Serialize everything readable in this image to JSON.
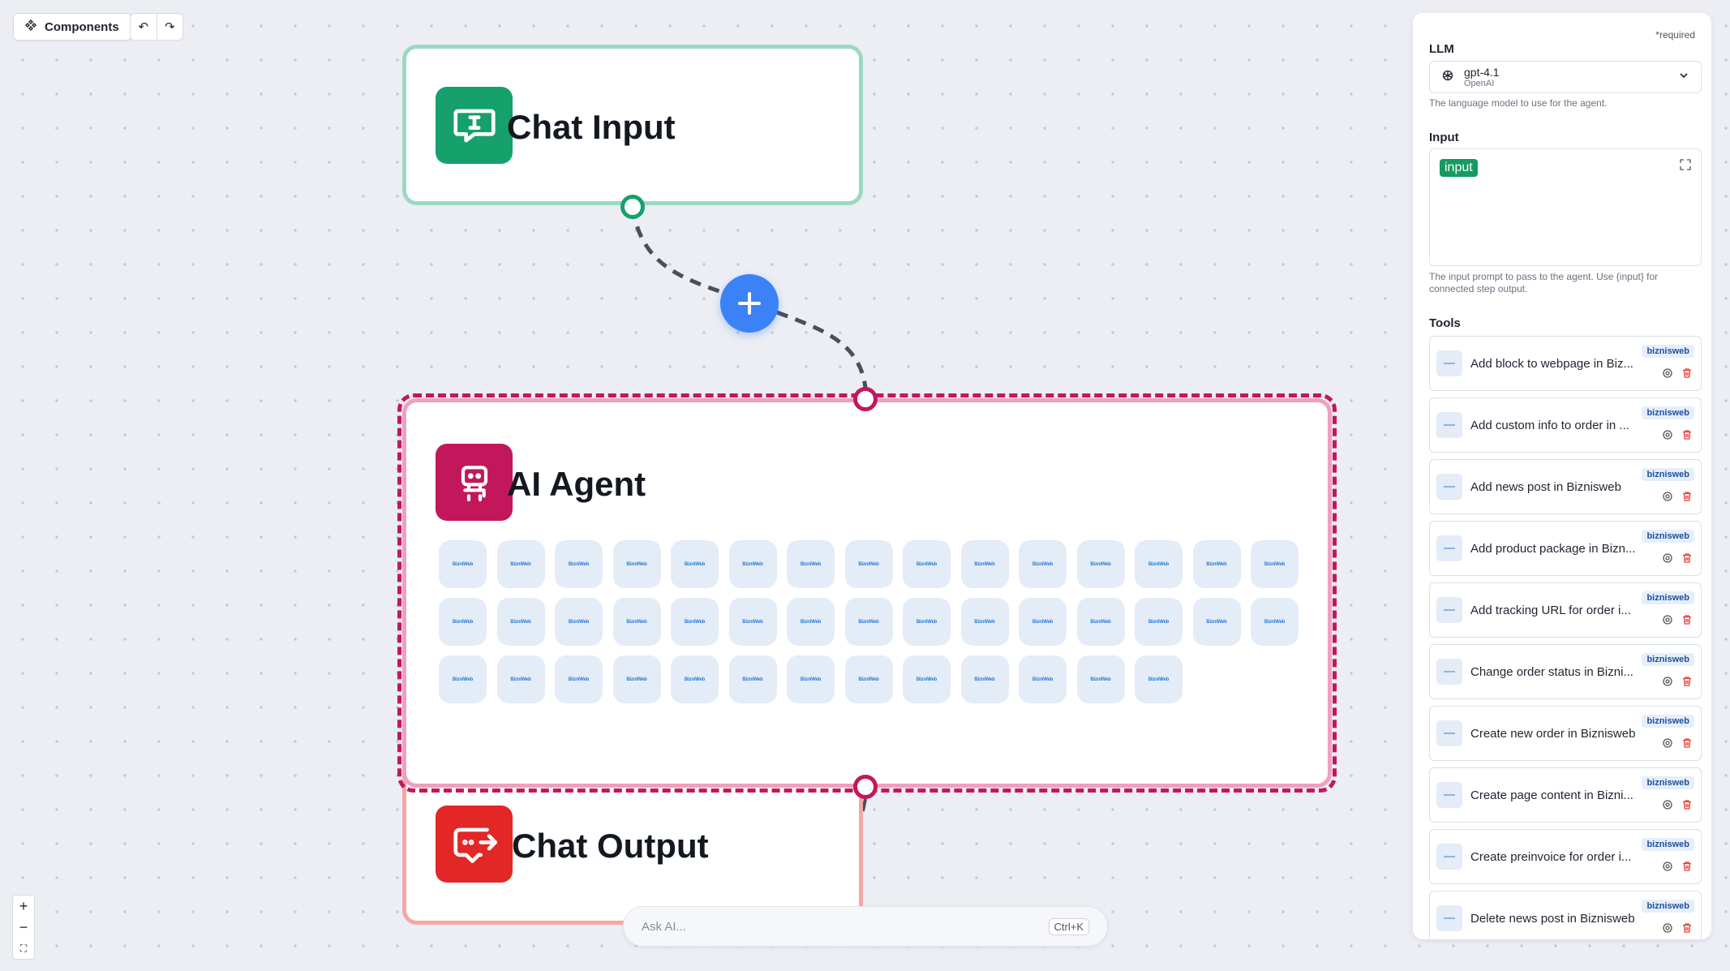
{
  "toolbar": {
    "components_label": "Components"
  },
  "nodes": {
    "chat_input": {
      "title": "Chat Input",
      "color": "#16a06b"
    },
    "ai_agent": {
      "title": "AI Agent",
      "color": "#c2185b",
      "tool_chip_label": "BizniWeb",
      "tool_chip_count": 43
    },
    "chat_output": {
      "title": "Chat Output",
      "color": "#e32626"
    }
  },
  "ask_ai": {
    "placeholder": "Ask AI...",
    "shortcut": "Ctrl+K"
  },
  "panel": {
    "required_note": "*required",
    "llm": {
      "label": "LLM",
      "model": "gpt-4.1",
      "provider": "OpenAI",
      "help": "The language model to use for the agent."
    },
    "input": {
      "label": "Input",
      "tag": "input",
      "help": "The input prompt to pass to the agent. Use {input} for connected step output."
    },
    "tools": {
      "label": "Tools",
      "badge": "biznisweb",
      "items": [
        "Add block to webpage in Biz...",
        "Add custom info to order in ...",
        "Add news post in Biznisweb",
        "Add product package in Bizn...",
        "Add tracking URL for order i...",
        "Change order status in Bizni...",
        "Create new order in Biznisweb",
        "Create page content in Bizni...",
        "Create preinvoice for order i...",
        "Delete news post in Biznisweb"
      ]
    }
  }
}
